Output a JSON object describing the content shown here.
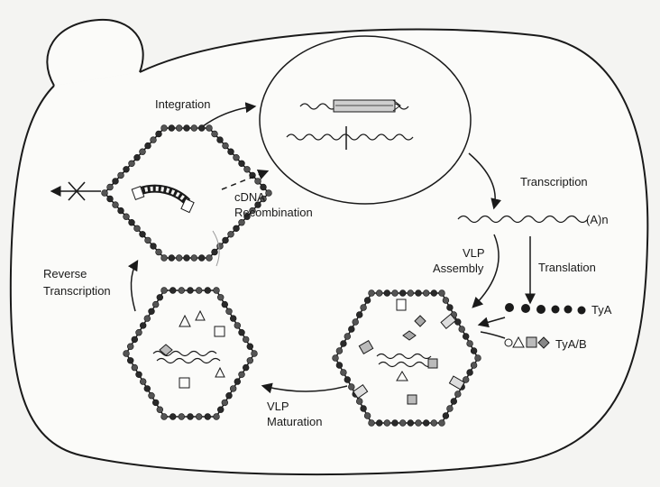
{
  "labels": {
    "integration": "Integration",
    "cdna_line1": "cDNA",
    "cdna_line2": "Recombination",
    "transcription": "Transcription",
    "polya": "(A)n",
    "vlp_assembly_line1": "VLP",
    "vlp_assembly_line2": "Assembly",
    "translation": "Translation",
    "tya": "TyA",
    "tyab": "TyA/B",
    "reverse_transcription_line1": "Reverse",
    "reverse_transcription_line2": "Transcription",
    "vlp_maturation_line1": "VLP",
    "vlp_maturation_line2": "Maturation"
  },
  "colors": {
    "ink": "#1a1a1a",
    "background": "#f4f4f2",
    "cell": "#fbfbf9"
  }
}
